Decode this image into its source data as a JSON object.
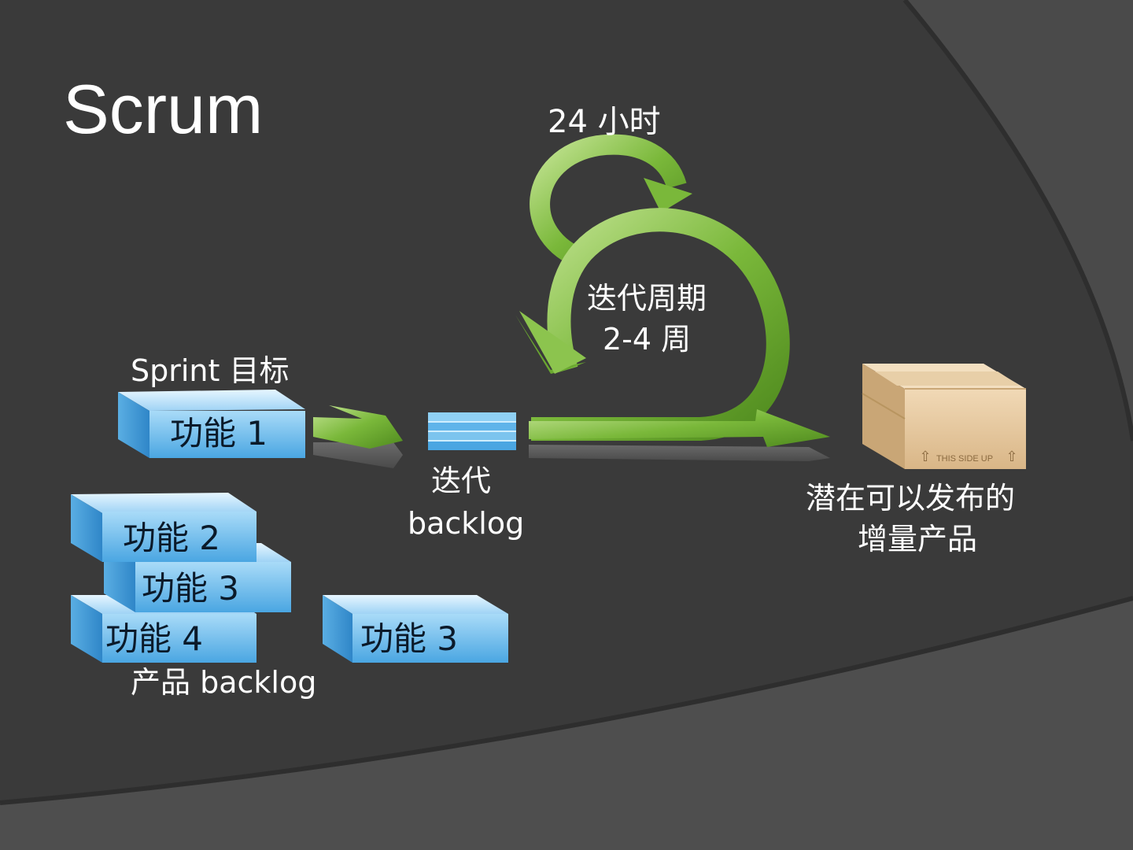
{
  "slide": {
    "title": "Scrum",
    "daily_cycle": "24  小时",
    "iteration_cycle_line1": "迭代周期",
    "iteration_cycle_line2": "2-4  周",
    "sprint_goal": "Sprint  目标",
    "sprint_backlog_line1": "迭代",
    "sprint_backlog_line2": "backlog",
    "product_backlog": "产品 backlog",
    "increment_line1": "潜在可以发布的",
    "increment_line2": "增量产品",
    "box_caption": "THIS SIDE UP"
  },
  "features": {
    "sprint_feature": "功能 1",
    "backlog": [
      "功能 2",
      "功能 3",
      "功能 4",
      "功能 3"
    ]
  },
  "colors": {
    "background": "#3a3a3a",
    "arc": "#4a4a4a",
    "arrow_green": "#7ab83a",
    "block_blue": "#5fb4ea",
    "box_tan": "#e2c39a"
  }
}
